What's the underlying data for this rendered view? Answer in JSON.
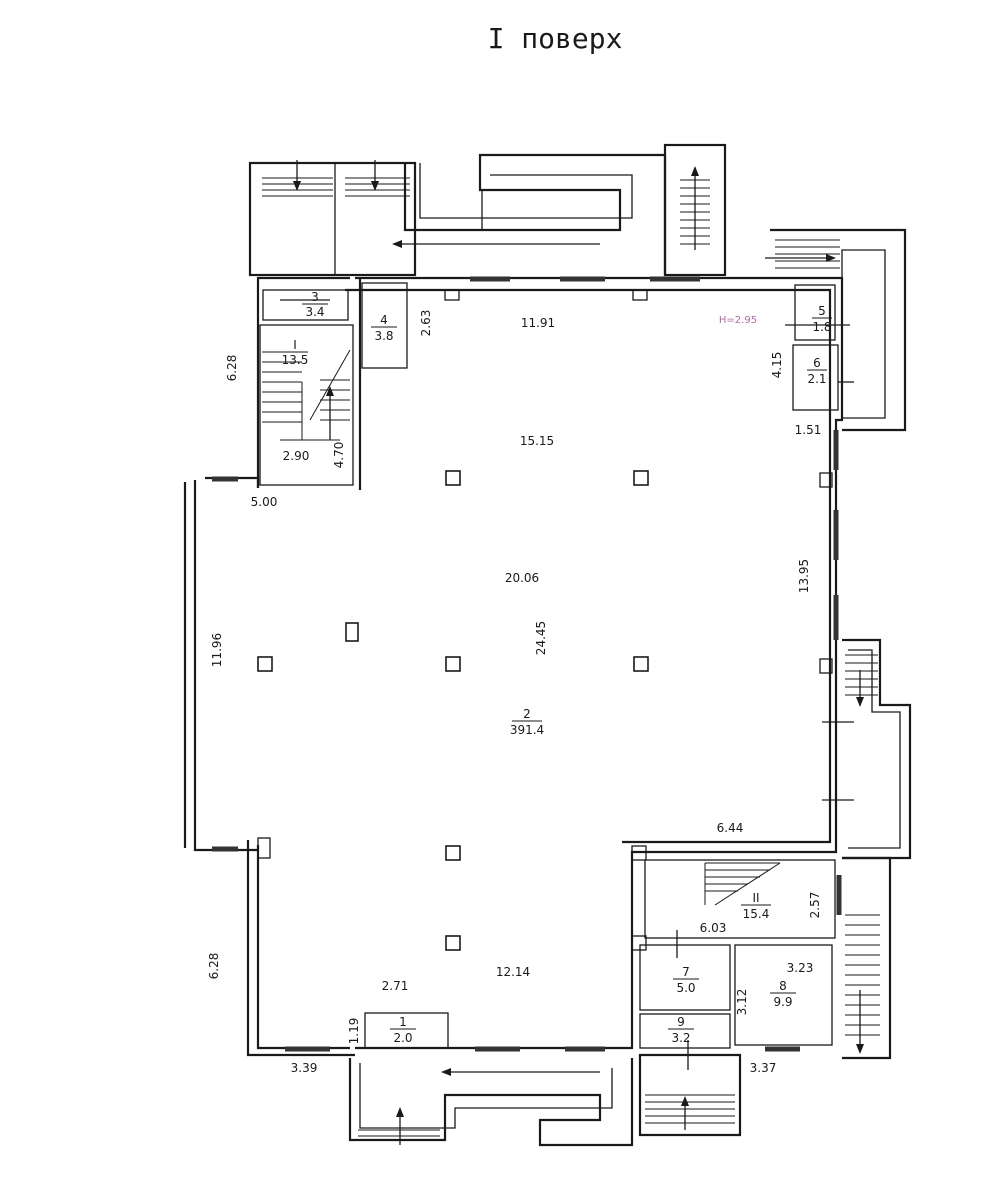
{
  "title": "I поверх",
  "height_note": "H=2.95",
  "rooms": [
    {
      "num": "2",
      "area": "391.4"
    },
    {
      "num": "3",
      "area": "3.4"
    },
    {
      "num": "4",
      "area": "3.8"
    },
    {
      "num": "I",
      "area": "13.5"
    },
    {
      "num": "5",
      "area": "1.8"
    },
    {
      "num": "6",
      "area": "2.1"
    },
    {
      "num": "II",
      "area": "15.4"
    },
    {
      "num": "7",
      "area": "5.0"
    },
    {
      "num": "8",
      "area": "9.9"
    },
    {
      "num": "9",
      "area": "3.2"
    },
    {
      "num": "1",
      "area": "2.0"
    }
  ],
  "dims": {
    "d_11_91": "11.91",
    "d_15_15": "15.15",
    "d_20_06": "20.06",
    "d_24_45": "24.45",
    "d_13_95": "13.95",
    "d_11_96": "11.96",
    "d_6_28_top": "6.28",
    "d_6_28_bot": "6.28",
    "d_2_63": "2.63",
    "d_4_70": "4.70",
    "d_2_90": "2.90",
    "d_5_00": "5.00",
    "d_4_15": "4.15",
    "d_1_51": "1.51",
    "d_6_44": "6.44",
    "d_2_57": "2.57",
    "d_6_03": "6.03",
    "d_3_23": "3.23",
    "d_3_12": "3.12",
    "d_12_14": "12.14",
    "d_2_71": "2.71",
    "d_1_19": "1.19",
    "d_3_39": "3.39",
    "d_3_37": "3.37"
  }
}
